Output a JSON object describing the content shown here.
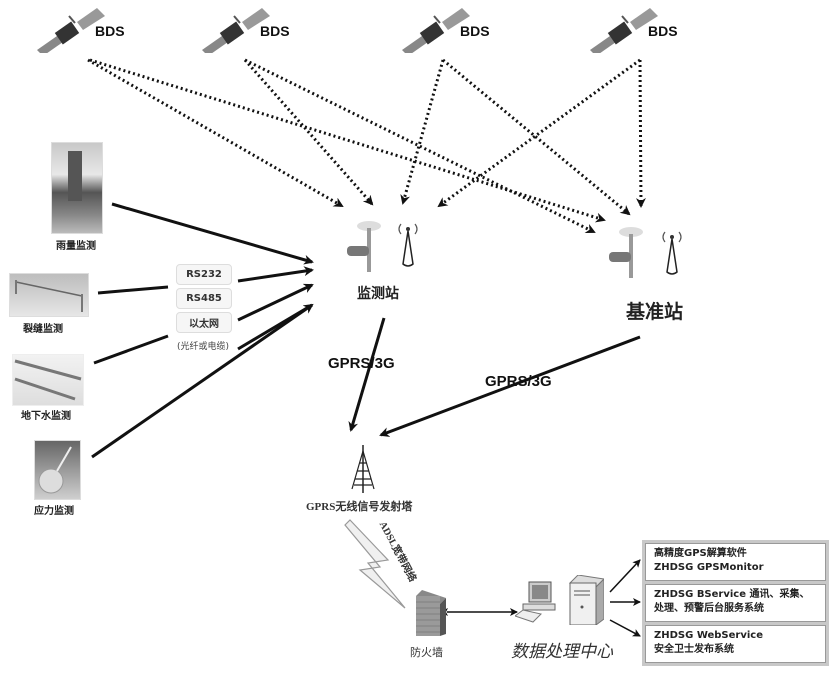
{
  "satellites": [
    {
      "label": "BDS"
    },
    {
      "label": "BDS"
    },
    {
      "label": "BDS"
    },
    {
      "label": "BDS"
    }
  ],
  "sensors": [
    {
      "label": "雨量监测",
      "icon": "rain-gauge-icon"
    },
    {
      "label": "裂缝监测",
      "icon": "crack-meter-icon"
    },
    {
      "label": "地下水监测",
      "icon": "groundwater-sensor-icon"
    },
    {
      "label": "应力监测",
      "icon": "stress-sensor-icon"
    }
  ],
  "interfaces": {
    "items": [
      "RS232",
      "RS485",
      "以太网"
    ],
    "note": "(光纤或电缆)"
  },
  "stations": {
    "monitoring": {
      "label": "监测站"
    },
    "reference": {
      "label": "基准站"
    }
  },
  "links": {
    "gprs_left": "GPRS/3G",
    "gprs_right": "GPRS/3G",
    "adsl": "ADSL宽带网络"
  },
  "tower": {
    "label": "GPRS无线信号发射塔"
  },
  "firewall": {
    "label": "防火墙"
  },
  "data_center": {
    "label": "数据处理中心"
  },
  "systems": [
    {
      "line1": "高精度GPS解算软件",
      "line2": "ZHDSG GPSMonitor"
    },
    {
      "line1": "ZHDSG BService 通讯、采集、",
      "line2": "处理、预警后台服务系统"
    },
    {
      "line1": "ZHDSG WebService",
      "line2": "安全卫士发布系统"
    }
  ]
}
